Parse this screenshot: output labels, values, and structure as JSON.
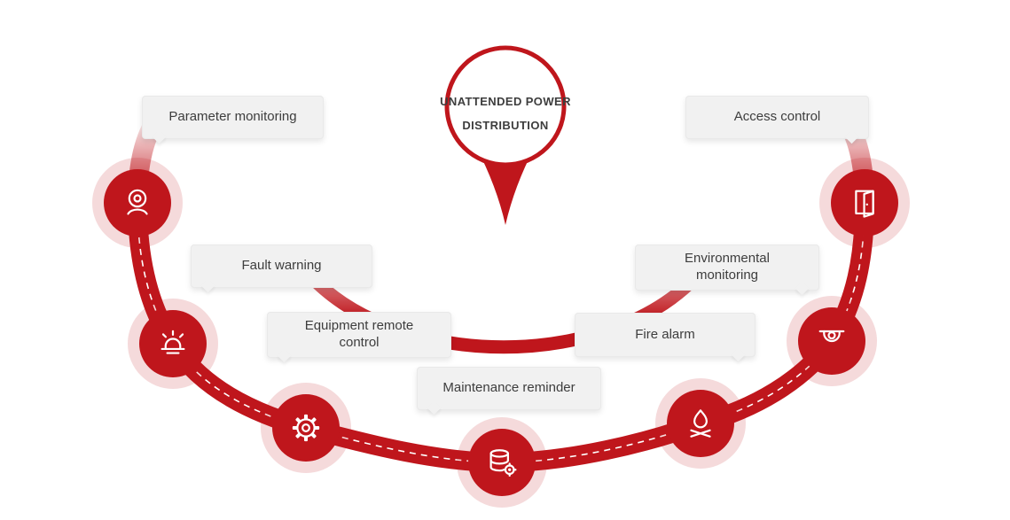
{
  "center": {
    "title_line1": "UNATTENDED POWER",
    "title_line2": "DISTRIBUTION"
  },
  "nodes": [
    {
      "label": "Parameter monitoring",
      "icon": "webcam-icon"
    },
    {
      "label": "Fault warning",
      "icon": "siren-icon"
    },
    {
      "label": "Equipment remote control",
      "icon": "gear-icon"
    },
    {
      "label": "Maintenance reminder",
      "icon": "database-gear-icon"
    },
    {
      "label": "Fire alarm",
      "icon": "flame-icon"
    },
    {
      "label": "Environmental monitoring",
      "icon": "dome-camera-icon"
    },
    {
      "label": "Access control",
      "icon": "open-door-icon"
    }
  ],
  "colors": {
    "primary_red": "#bf161c",
    "halo_pink": "rgba(191,22,28,0.16)",
    "label_background": "#f1f1f1",
    "text_dark": "#3d3d3d",
    "icon_white": "#ffffff"
  }
}
